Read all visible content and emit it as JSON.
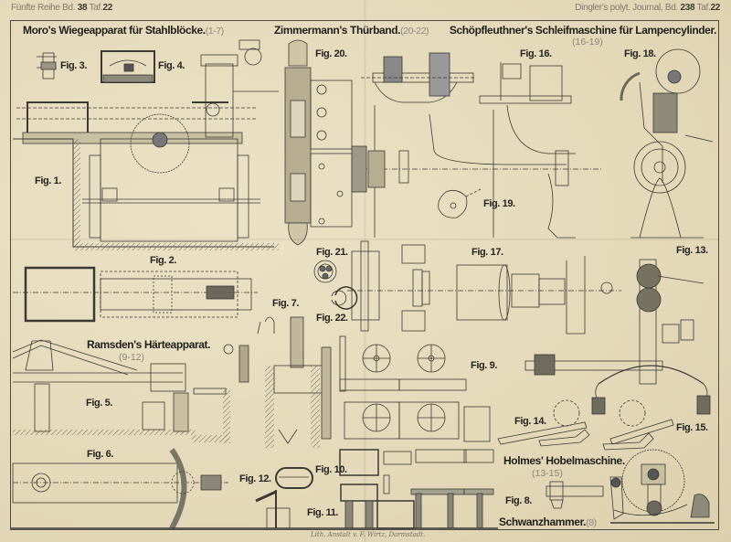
{
  "header": {
    "left_prefix": "Fünfte Reihe Bd.",
    "left_volume": "38",
    "left_plate_prefix": "Taf.",
    "left_plate": "22",
    "right_prefix": "Dingler's polyt. Journal, Bd.",
    "right_volume": "238",
    "right_plate_prefix": "Taf.",
    "right_plate": "22"
  },
  "titles": {
    "moro": {
      "text": "Moro's Wiegeapparat für Stahlblöcke.",
      "range": "(1-7)"
    },
    "zimmermann": {
      "text": "Zimmermann's Thürband.",
      "range": "(20-22)"
    },
    "schoepfleuthner": {
      "text": "Schöpfleuthner's Schleifmaschine für Lampencylinder.",
      "range": "(16-19)"
    },
    "ramsden": {
      "text": "Ramsden's Härteapparat.",
      "range": "(9-12)"
    },
    "holmes": {
      "text": "Holmes' Hobelmaschine.",
      "range": "(13-15)"
    },
    "schwanzhammer": {
      "text": "Schwanzhammer.",
      "range": "(8)"
    }
  },
  "figures": {
    "fig1": "Fig. 1.",
    "fig2": "Fig. 2.",
    "fig3": "Fig. 3.",
    "fig4": "Fig. 4.",
    "fig5": "Fig. 5.",
    "fig6": "Fig. 6.",
    "fig7": "Fig. 7.",
    "fig8": "Fig. 8.",
    "fig9": "Fig. 9.",
    "fig10": "Fig. 10.",
    "fig11": "Fig. 11.",
    "fig12": "Fig. 12.",
    "fig13": "Fig. 13.",
    "fig14": "Fig. 14.",
    "fig15": "Fig. 15.",
    "fig16": "Fig. 16.",
    "fig17": "Fig. 17.",
    "fig18": "Fig. 18.",
    "fig19": "Fig. 19.",
    "fig20": "Fig. 20.",
    "fig21": "Fig. 21.",
    "fig22": "Fig. 22."
  },
  "imprint": "Lith. Anstalt v. F. Wirtz, Darmstadt.",
  "colors": {
    "paper": "#e6dcbe",
    "ink": "#2a2a26",
    "faint_ink": "#8a877c"
  }
}
